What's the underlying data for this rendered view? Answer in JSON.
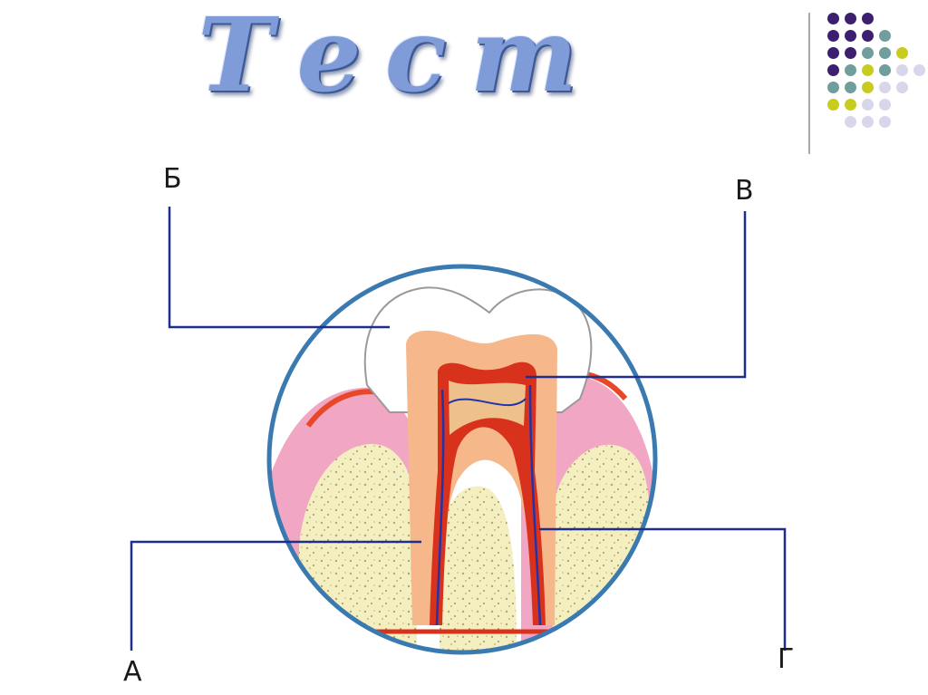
{
  "title": "Тест",
  "labels": {
    "a": "А",
    "b": "Б",
    "v": "В",
    "g": "Г"
  },
  "colors": {
    "title": "#7f9cd8",
    "leader_lines": "#1f2d8c",
    "circle": "#3a7ab0",
    "dot_purple": "#3d1f70",
    "dot_teal": "#6f9e9c",
    "dot_lime": "#c8cc1f",
    "dot_lavender": "#d8d6ea"
  },
  "decoration": {
    "dot_grid": [
      [
        "purple",
        "purple",
        "purple",
        "",
        "",
        ""
      ],
      [
        "purple",
        "purple",
        "purple",
        "teal",
        "",
        ""
      ],
      [
        "purple",
        "purple",
        "teal",
        "teal",
        "lime",
        ""
      ],
      [
        "purple",
        "teal",
        "lime",
        "teal",
        "lavender",
        "lavender"
      ],
      [
        "teal",
        "teal",
        "lime",
        "lavender",
        "lavender",
        ""
      ],
      [
        "lime",
        "lime",
        "lavender",
        "lavender",
        "",
        ""
      ],
      [
        "",
        "lavender",
        "lavender",
        "lavender",
        "",
        ""
      ]
    ]
  }
}
